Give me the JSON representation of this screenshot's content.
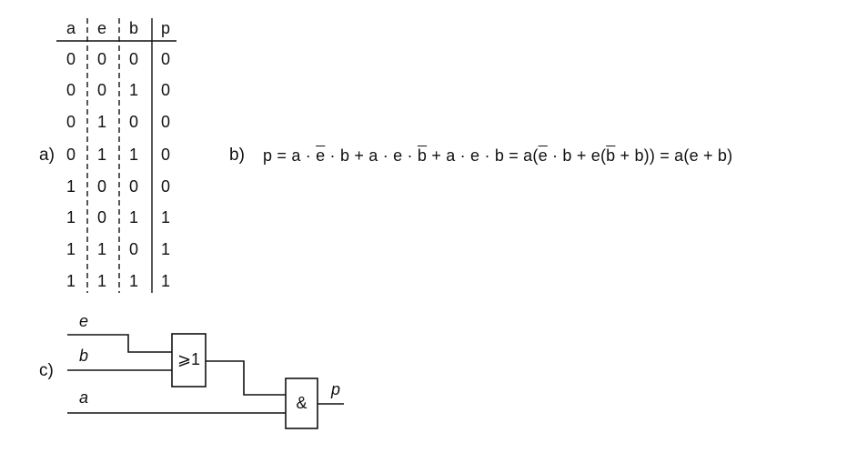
{
  "labels": {
    "a": "a)",
    "b": "b)",
    "c": "c)"
  },
  "truth_table": {
    "headers": [
      "a",
      "e",
      "b",
      "p"
    ],
    "rows": [
      [
        "0",
        "0",
        "0",
        "0"
      ],
      [
        "0",
        "0",
        "1",
        "0"
      ],
      [
        "0",
        "1",
        "0",
        "0"
      ],
      [
        "0",
        "1",
        "1",
        "0"
      ],
      [
        "1",
        "0",
        "0",
        "0"
      ],
      [
        "1",
        "0",
        "1",
        "1"
      ],
      [
        "1",
        "1",
        "0",
        "1"
      ],
      [
        "1",
        "1",
        "1",
        "1"
      ]
    ]
  },
  "equation": {
    "p1": "p = a · ",
    "e_bar": "e",
    "p2": " · b + a · e · ",
    "b_bar": "b",
    "p3": " + a · e · b = a(",
    "e_bar2": "e",
    "p4": " · b + e(",
    "b_bar2": "b",
    "p5": " + b)) = a(e + b)"
  },
  "circuit": {
    "inputs": [
      "e",
      "b",
      "a"
    ],
    "output": "p",
    "gate_or": "⩾1",
    "gate_and": "&"
  }
}
